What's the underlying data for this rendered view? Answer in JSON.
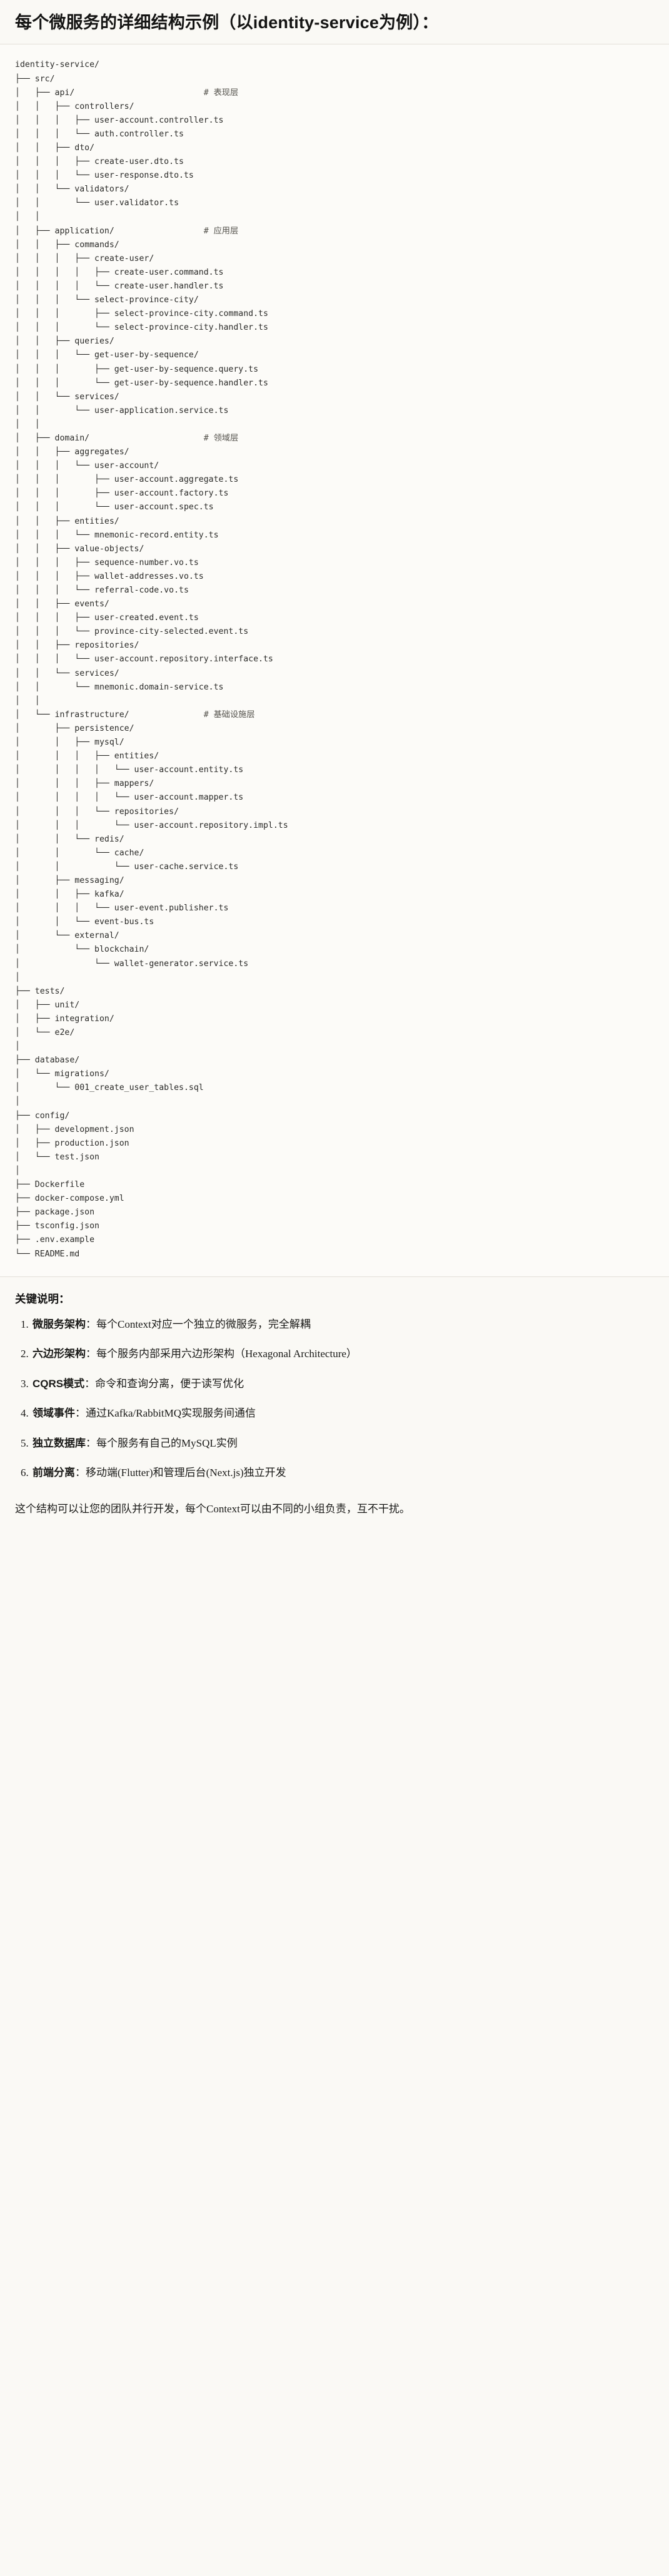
{
  "heading": "每个微服务的详细结构示例（以identity-service为例）：",
  "tree": {
    "root": "identity-service/",
    "text": "identity-service/\n├── src/\n│   ├── api/                          # 表现层\n│   │   ├── controllers/\n│   │   │   ├── user-account.controller.ts\n│   │   │   └── auth.controller.ts\n│   │   ├── dto/\n│   │   │   ├── create-user.dto.ts\n│   │   │   └── user-response.dto.ts\n│   │   └── validators/\n│   │       └── user.validator.ts\n│   │\n│   ├── application/                  # 应用层\n│   │   ├── commands/\n│   │   │   ├── create-user/\n│   │   │   │   ├── create-user.command.ts\n│   │   │   │   └── create-user.handler.ts\n│   │   │   └── select-province-city/\n│   │   │       ├── select-province-city.command.ts\n│   │   │       └── select-province-city.handler.ts\n│   │   ├── queries/\n│   │   │   └── get-user-by-sequence/\n│   │   │       ├── get-user-by-sequence.query.ts\n│   │   │       └── get-user-by-sequence.handler.ts\n│   │   └── services/\n│   │       └── user-application.service.ts\n│   │\n│   ├── domain/                       # 领域层\n│   │   ├── aggregates/\n│   │   │   └── user-account/\n│   │   │       ├── user-account.aggregate.ts\n│   │   │       ├── user-account.factory.ts\n│   │   │       └── user-account.spec.ts\n│   │   ├── entities/\n│   │   │   └── mnemonic-record.entity.ts\n│   │   ├── value-objects/\n│   │   │   ├── sequence-number.vo.ts\n│   │   │   ├── wallet-addresses.vo.ts\n│   │   │   └── referral-code.vo.ts\n│   │   ├── events/\n│   │   │   ├── user-created.event.ts\n│   │   │   └── province-city-selected.event.ts\n│   │   ├── repositories/\n│   │   │   └── user-account.repository.interface.ts\n│   │   └── services/\n│   │       └── mnemonic.domain-service.ts\n│   │\n│   └── infrastructure/               # 基础设施层\n│       ├── persistence/\n│       │   ├── mysql/\n│       │   │   ├── entities/\n│       │   │   │   └── user-account.entity.ts\n│       │   │   ├── mappers/\n│       │   │   │   └── user-account.mapper.ts\n│       │   │   └── repositories/\n│       │   │       └── user-account.repository.impl.ts\n│       │   └── redis/\n│       │       └── cache/\n│       │           └── user-cache.service.ts\n│       ├── messaging/\n│       │   ├── kafka/\n│       │   │   └── user-event.publisher.ts\n│       │   └── event-bus.ts\n│       └── external/\n│           └── blockchain/\n│               └── wallet-generator.service.ts\n│\n├── tests/\n│   ├── unit/\n│   ├── integration/\n│   └── e2e/\n│\n├── database/\n│   └── migrations/\n│       └── 001_create_user_tables.sql\n│\n├── config/\n│   ├── development.json\n│   ├── production.json\n│   └── test.json\n│\n├── Dockerfile\n├── docker-compose.yml\n├── package.json\n├── tsconfig.json\n├── .env.example\n└── README.md",
    "layer_comments": [
      {
        "path": "api/",
        "comment": "# 表现层"
      },
      {
        "path": "application/",
        "comment": "# 应用层"
      },
      {
        "path": "domain/",
        "comment": "# 领域层"
      },
      {
        "path": "infrastructure/",
        "comment": "# 基础设施层"
      }
    ]
  },
  "notes": {
    "title": "关键说明：",
    "items": [
      {
        "term": "微服务架构",
        "sep": "：",
        "text": "每个Context对应一个独立的微服务，完全解耦"
      },
      {
        "term": "六边形架构",
        "sep": "：",
        "text": "每个服务内部采用六边形架构（Hexagonal Architecture）"
      },
      {
        "term": "CQRS模式",
        "sep": "：",
        "text": "命令和查询分离，便于读写优化"
      },
      {
        "term": "领域事件",
        "sep": "：",
        "text": "通过Kafka/RabbitMQ实现服务间通信"
      },
      {
        "term": "独立数据库",
        "sep": "：",
        "text": "每个服务有自己的MySQL实例"
      },
      {
        "term": "前端分离",
        "sep": "：",
        "text": "移动端(Flutter)和管理后台(Next.js)独立开发"
      }
    ]
  },
  "closing": "这个结构可以让您的团队并行开发，每个Context可以由不同的小组负责，互不干扰。",
  "colors": {
    "page_bg": "#faf9f5",
    "code_bg": "#fcfbf8",
    "rule": "#e3e0d8",
    "text": "#1a1a18",
    "code_text": "#2b2b29",
    "comment_text": "#55534d"
  }
}
